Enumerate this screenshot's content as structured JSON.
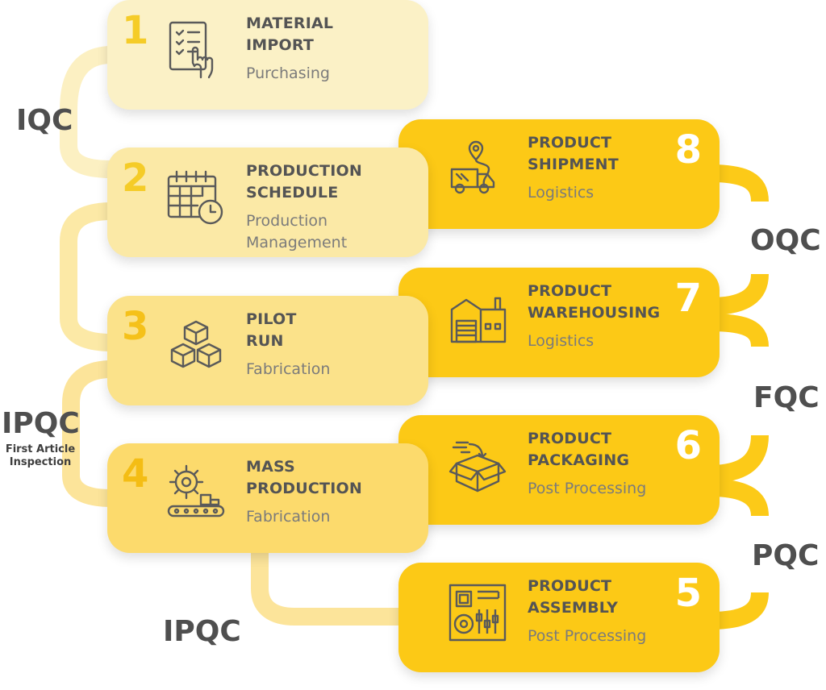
{
  "steps": [
    {
      "num": "1",
      "title_lines": [
        "MATERIAL",
        "IMPORT"
      ],
      "subtitle": "Purchasing",
      "icon": "checklist-hand-icon"
    },
    {
      "num": "2",
      "title_lines": [
        "PRODUCTION",
        "SCHEDULE"
      ],
      "subtitle": "Production Management",
      "icon": "calendar-clock-icon"
    },
    {
      "num": "3",
      "title_lines": [
        "PILOT",
        "RUN"
      ],
      "subtitle": "Fabrication",
      "icon": "boxes-stack-icon"
    },
    {
      "num": "4",
      "title_lines": [
        "MASS",
        "PRODUCTION"
      ],
      "subtitle": "Fabrication",
      "icon": "gear-conveyor-icon"
    },
    {
      "num": "5",
      "title_lines": [
        "PRODUCT",
        "ASSEMBLY"
      ],
      "subtitle": "Post Processing",
      "icon": "circuit-board-icon"
    },
    {
      "num": "6",
      "title_lines": [
        "PRODUCT",
        "PACKAGING"
      ],
      "subtitle": "Post Processing",
      "icon": "open-box-icon"
    },
    {
      "num": "7",
      "title_lines": [
        "PRODUCT",
        "WAREHOUSING"
      ],
      "subtitle": "Logistics",
      "icon": "warehouse-icon"
    },
    {
      "num": "8",
      "title_lines": [
        "PRODUCT",
        "SHIPMENT"
      ],
      "subtitle": "Logistics",
      "icon": "delivery-truck-icon"
    }
  ],
  "qc_labels": {
    "iqc": "IQC",
    "ipqc_first": "IPQC",
    "ipqc_first_note": "First Article Inspection",
    "ipqc_bottom": "IPQC",
    "pqc": "PQC",
    "fqc": "FQC",
    "oqc": "OQC"
  },
  "colors": {
    "step1": "#fbf1c6",
    "step2": "#fbe9a6",
    "step3": "#fbe28a",
    "step4": "#fcda6c",
    "right_steps": "#fcc916",
    "connector_light": "#fcf0c2",
    "connector_mid": "#fce49a",
    "connector_dark": "#fcca18",
    "number_left": "#f5cc28",
    "icon_stroke": "#5a5a5a"
  }
}
